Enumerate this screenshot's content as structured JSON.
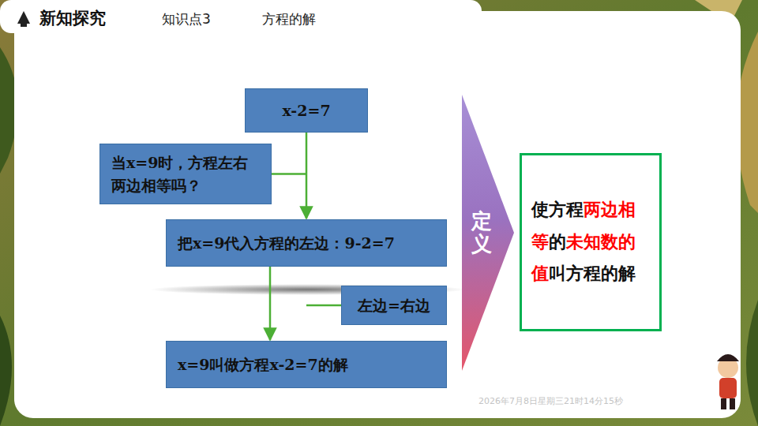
{
  "diagram": {
    "nodes": [
      {
        "text": [
          "x-2=7"
        ]
      },
      {
        "text": [
          "当x=9时，方程左右两边相等吗？"
        ]
      },
      {
        "text": [
          "把x=9代入方程的左边：9-2=7"
        ]
      },
      {
        "text": [
          "左边=右边"
        ]
      },
      {
        "text": [
          "x=9叫做方程x-2=7的解"
        ]
      },
      {
        "text": [
          "定义"
        ]
      },
      {
        "text": [
          "使方程",
          "两边相等",
          "的",
          "未知数的值",
          "叫方程的解"
        ]
      }
    ],
    "edges": [
      {
        "from": 0,
        "to": 2,
        "arrow": "to"
      },
      {
        "from": 2,
        "to": 4,
        "arrow": "to"
      }
    ],
    "labels": [
      "新知探究",
      "知识点3",
      "方程的解",
      "2026年7月8日星期三21时14分15秒"
    ]
  }
}
